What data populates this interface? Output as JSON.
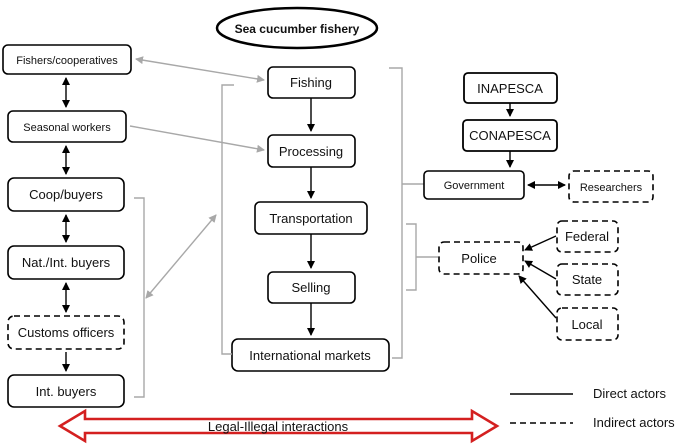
{
  "title": "Sea cucumber fishery",
  "left_actors": {
    "fishers": "Fishers/cooperatives",
    "seasonal": "Seasonal workers",
    "coop": "Coop/buyers",
    "natint": "Nat./Int. buyers",
    "customs": "Customs officers",
    "intbuyers": "Int. buyers"
  },
  "chain": {
    "fishing": "Fishing",
    "processing": "Processing",
    "transportation": "Transportation",
    "selling": "Selling",
    "intmarkets": "International markets"
  },
  "government": {
    "inapesca": "INAPESCA",
    "conapesca": "CONAPESCA",
    "government": "Government",
    "researchers": "Researchers"
  },
  "police": {
    "police": "Police",
    "federal": "Federal",
    "state": "State",
    "local": "Local"
  },
  "legend": {
    "direct": "Direct actors",
    "indirect": "Indirect actors"
  },
  "banner": "Legal-Illegal interactions",
  "colors": {
    "line": "#000000",
    "connector": "#a8a8a8",
    "banner": "#d42020"
  }
}
